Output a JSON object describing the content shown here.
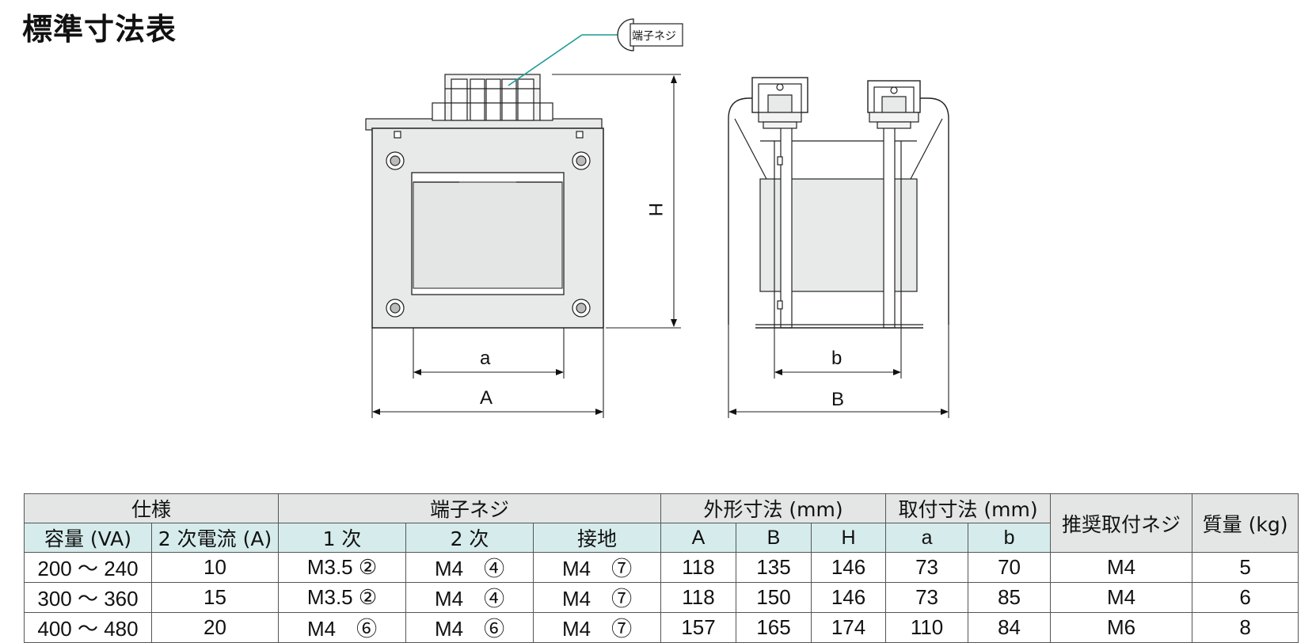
{
  "page": {
    "title": "標準寸法表"
  },
  "drawing": {
    "callout_label": "端子ネジ",
    "dimension_labels": {
      "A": "A",
      "a": "a",
      "B": "B",
      "b": "b",
      "H": "H"
    }
  },
  "table": {
    "groups": {
      "spec": "仕様",
      "terminal": "端子ネジ",
      "outer": "外形寸法 (mm)",
      "mount": "取付寸法 (mm)",
      "screw": "推奨取付ネジ",
      "mass": "質量 (kg)"
    },
    "subheaders": {
      "capacity": "容量 (VA)",
      "current": "2 次電流 (A)",
      "primary": "1 次",
      "secondary": "2 次",
      "ground": "接地",
      "A": "A",
      "B": "B",
      "H": "H",
      "a": "a",
      "b": "b"
    },
    "rows": [
      {
        "capacity": "200 ～ 240",
        "current": "10",
        "primary": "M3.5 ②",
        "secondary": "M4　④",
        "ground": "M4　⑦",
        "A": "118",
        "B": "135",
        "H": "146",
        "a": "73",
        "b": "70",
        "screw": "M4",
        "mass": "5"
      },
      {
        "capacity": "300 ～ 360",
        "current": "15",
        "primary": "M3.5 ②",
        "secondary": "M4　④",
        "ground": "M4　⑦",
        "A": "118",
        "B": "150",
        "H": "146",
        "a": "73",
        "b": "85",
        "screw": "M4",
        "mass": "6"
      },
      {
        "capacity": "400 ～ 480",
        "current": "20",
        "primary": "M4　⑥",
        "secondary": "M4　⑥",
        "ground": "M4　⑦",
        "A": "157",
        "B": "165",
        "H": "174",
        "a": "110",
        "b": "84",
        "screw": "M6",
        "mass": "8"
      }
    ]
  },
  "colors": {
    "header_gray": "#e4e5e5",
    "header_teal": "#d6ecec",
    "callout_line": "#1a9a94",
    "drawing_fill": "#e8e9e9"
  }
}
